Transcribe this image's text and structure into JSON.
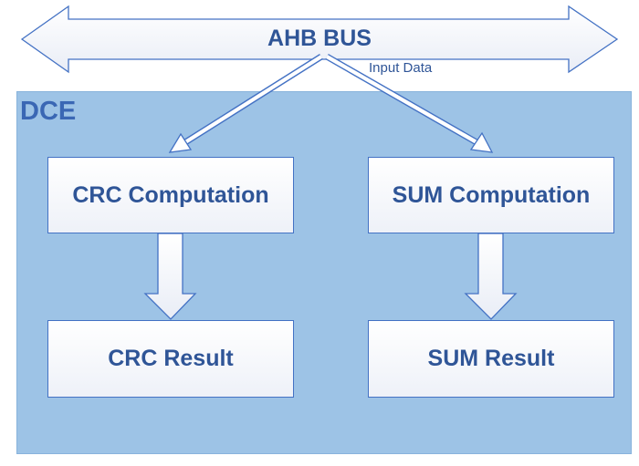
{
  "bus": {
    "label": "AHB BUS"
  },
  "input_label": "Input Data",
  "dce": {
    "label": "DCE"
  },
  "blocks": {
    "crc_computation": "CRC Computation",
    "sum_computation": "SUM Computation",
    "crc_result": "CRC Result",
    "sum_result": "SUM Result"
  },
  "colors": {
    "container_fill": "#9dc3e6",
    "outline": "#4472c4",
    "text": "#2f5597"
  }
}
